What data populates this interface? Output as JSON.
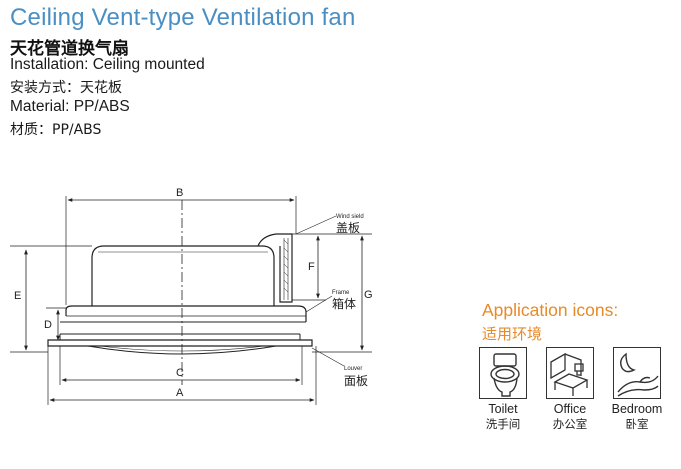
{
  "title": "Ceiling Vent-type Ventilation fan",
  "subtitle_cn": "天花管道换气扇",
  "specs": {
    "installation": "Installation: Ceiling mounted",
    "installation_cn": "安装方式：天花板",
    "material": "Material: PP/ABS",
    "material_cn": "材质：PP/ABS"
  },
  "diagram": {
    "dimensions": {
      "a": "A",
      "b": "B",
      "c": "C",
      "d": "D",
      "e": "E",
      "f": "F",
      "g": "G"
    },
    "parts": {
      "wind_shield": "Wind sield",
      "wind_shield_cn": "盖板",
      "frame": "Frame",
      "frame_cn": "箱体",
      "louver": "Louver",
      "louver_cn": "面板"
    }
  },
  "application": {
    "title": "Application icons:",
    "title_cn": "适用环境",
    "icons": [
      {
        "name": "Toilet",
        "name_cn": "洗手间",
        "icon": "toilet-icon"
      },
      {
        "name": "Office",
        "name_cn": "办公室",
        "icon": "office-icon"
      },
      {
        "name": "Bedroom",
        "name_cn": "卧室",
        "icon": "bedroom-icon"
      }
    ]
  }
}
